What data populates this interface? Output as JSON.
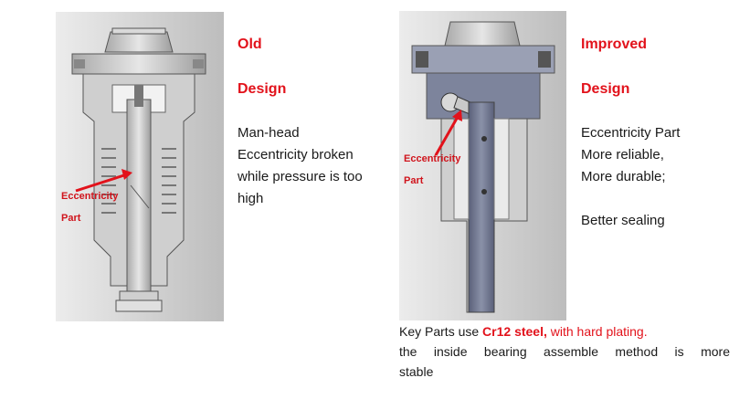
{
  "left": {
    "heading_line1": "Old",
    "heading_line2": "Design",
    "description": [
      "Man-head",
      "Eccentricity broken",
      "while pressure is too",
      "high"
    ],
    "callout_line1": "Eccentricity",
    "callout_line2": "Part"
  },
  "right": {
    "heading_line1": "Improved",
    "heading_line2": "Design",
    "description": [
      "Eccentricity Part",
      "More reliable,",
      "More durable;",
      "",
      "Better sealing"
    ],
    "callout_line1": "Eccentricity",
    "callout_line2": "Part"
  },
  "footer": {
    "line1_prefix": "Key Parts use ",
    "line1_highlight": "Cr12 steel,",
    "line1_suffix": " with hard plating.",
    "line2": "the inside bearing assemble method is more",
    "line3": "stable"
  },
  "colors": {
    "accent_red": "#e2121b",
    "panel_bg": "#d4d4d4",
    "metal": "#c9c9c9",
    "metal_dark": "#6e7690"
  }
}
